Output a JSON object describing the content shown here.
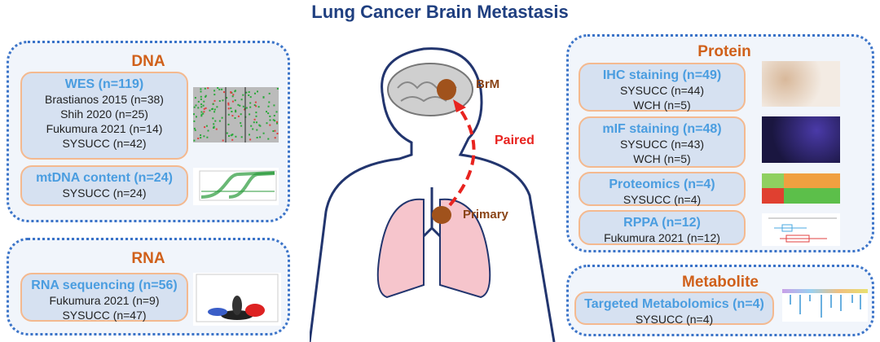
{
  "title": "Lung Cancer Brain Metastasis",
  "dna": {
    "title": "DNA",
    "wes": {
      "heading": "WES (n=119)",
      "items": [
        "Brastianos 2015 (n=38)",
        "Shih 2020 (n=25)",
        "Fukumura 2021 (n=14)",
        "SYSUCC (n=42)"
      ]
    },
    "mtdna": {
      "heading": "mtDNA content (n=24)",
      "items": [
        "SYSUCC (n=24)"
      ]
    }
  },
  "rna": {
    "title": "RNA",
    "seq": {
      "heading": "RNA sequencing (n=56)",
      "items": [
        "Fukumura 2021 (n=9)",
        "SYSUCC (n=47)"
      ]
    }
  },
  "protein": {
    "title": "Protein",
    "ihc": {
      "heading": "IHC staining (n=49)",
      "items": [
        "SYSUCC (n=44)",
        "WCH (n=5)"
      ]
    },
    "mif": {
      "heading": "mIF staining (n=48)",
      "items": [
        "SYSUCC (n=43)",
        "WCH (n=5)"
      ]
    },
    "proteomics": {
      "heading": "Proteomics (n=4)",
      "items": [
        "SYSUCC (n=4)"
      ]
    },
    "rppa": {
      "heading": "RPPA (n=12)",
      "items": [
        "Fukumura 2021 (n=12)"
      ]
    }
  },
  "metabolite": {
    "title": "Metabolite",
    "targeted": {
      "heading": "Targeted Metabolomics (n=4)",
      "items": [
        "SYSUCC (n=4)"
      ]
    }
  },
  "figure": {
    "brm": "BrM",
    "primary": "Primary",
    "paired": "Paired"
  },
  "colors": {
    "title": "#1f3f80",
    "section": "#d0601a",
    "heading": "#4a9de0",
    "arrow": "#e8231f",
    "lesion": "#a0521c"
  }
}
